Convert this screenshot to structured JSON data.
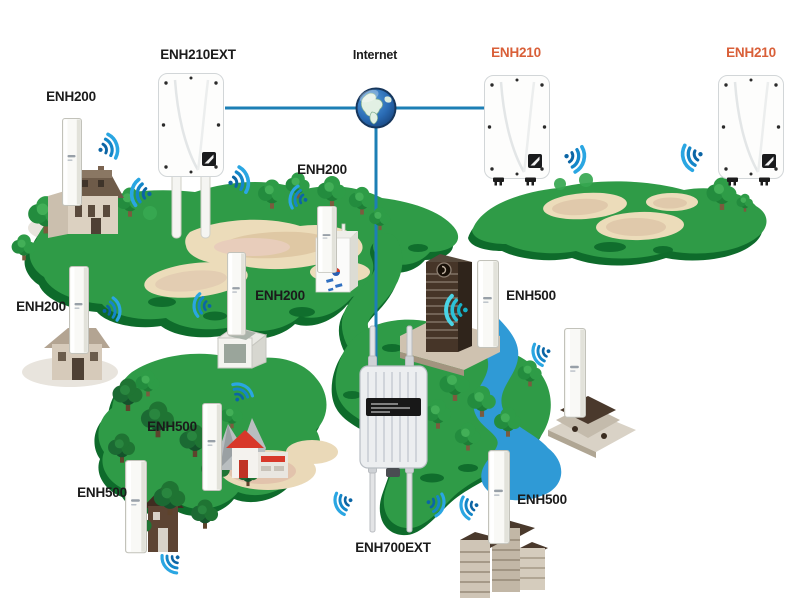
{
  "diagram": {
    "internet": "Internet",
    "devices": {
      "enh210ext": "ENH210EXT",
      "enh210_1": "ENH210",
      "enh210_2": "ENH210",
      "enh200_1": "ENH200",
      "enh200_2": "ENH200",
      "enh200_3": "ENH200",
      "enh200_4": "ENH200",
      "enh500_1": "ENH500",
      "enh500_2": "ENH500",
      "enh500_3": "ENH500",
      "enh500_4": "ENH500",
      "enh700ext": "ENH700EXT"
    },
    "colors": {
      "label_text": "#1b1b1b",
      "label_highlight_orange": "#d95f38",
      "backhaul_line_blue": "#1d7fb5",
      "wifi_signal_blue": "#1486c8",
      "wifi_signal_teal": "#2cc3d8",
      "grass_green": "#2f9b47",
      "grass_shadow_green": "#0e6b2b",
      "sand_tan": "#ecdcba",
      "river_blue": "#2f9ad6",
      "globe_blue": "#2a6cb5"
    }
  }
}
